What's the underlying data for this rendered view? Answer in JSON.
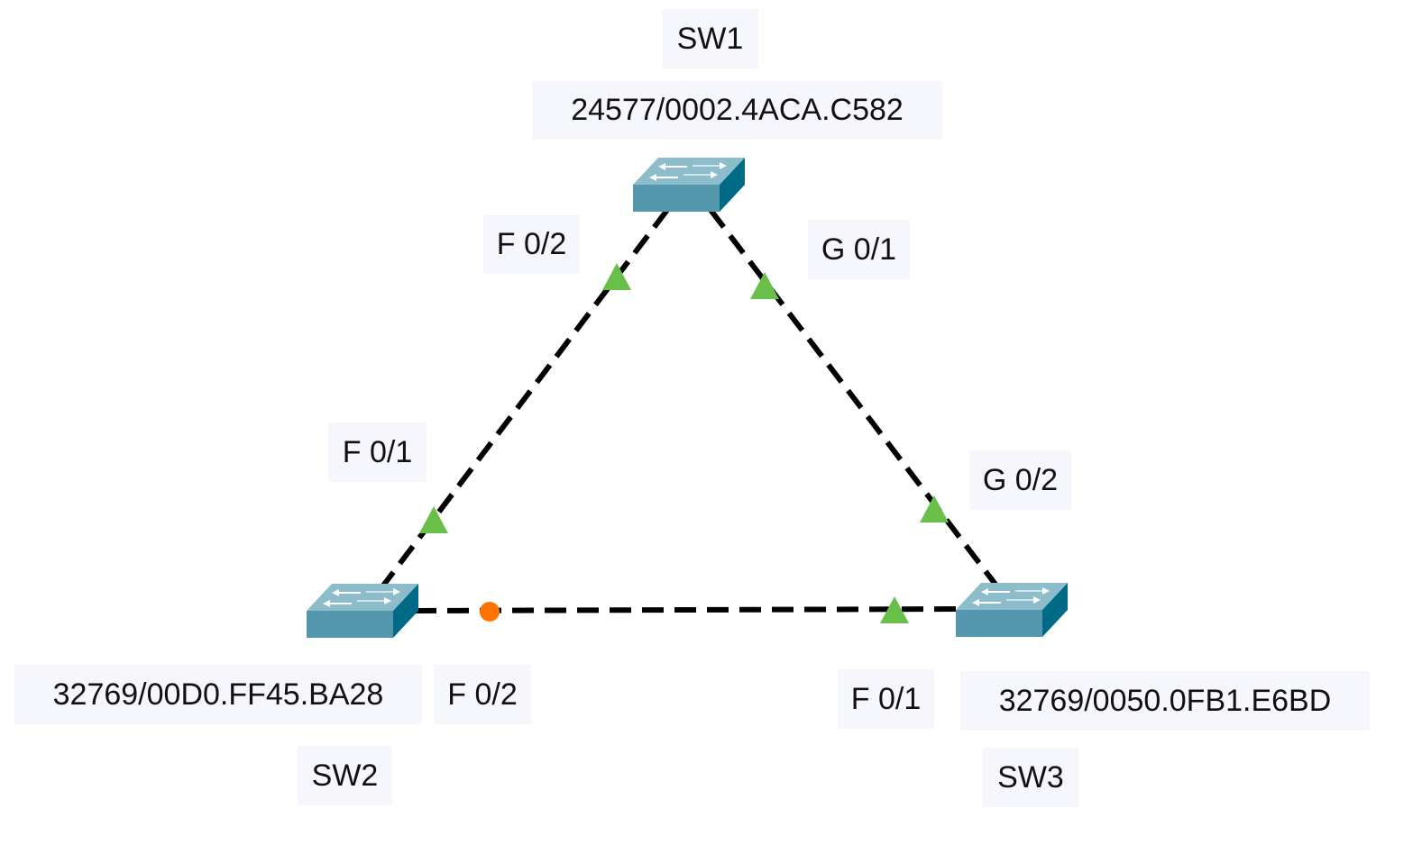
{
  "switches": [
    {
      "name": "SW1",
      "bridge_id": "24577/0002.4ACA.C582"
    },
    {
      "name": "SW2",
      "bridge_id": "32769/00D0.FF45.BA28"
    },
    {
      "name": "SW3",
      "bridge_id": "32769/0050.0FB1.E6BD"
    }
  ],
  "ports": {
    "sw1_to_sw2": "F 0/2",
    "sw1_to_sw3": "G 0/1",
    "sw2_to_sw1": "F 0/1",
    "sw2_to_sw3": "F 0/2",
    "sw3_to_sw1": "G 0/2",
    "sw3_to_sw2": "F 0/1"
  },
  "port_states": {
    "sw1_to_sw2": "green-triangle",
    "sw1_to_sw3": "green-triangle",
    "sw2_to_sw1": "green-triangle",
    "sw2_to_sw3": "orange-dot",
    "sw3_to_sw1": "green-triangle",
    "sw3_to_sw2": "green-triangle"
  },
  "colors": {
    "forwarding": "#6abf4b",
    "blocking": "#ff7300",
    "switch_front": "#5598ad",
    "switch_top": "#8dbccb",
    "switch_side": "#006b86",
    "label_bg": "#f5f7fc"
  }
}
